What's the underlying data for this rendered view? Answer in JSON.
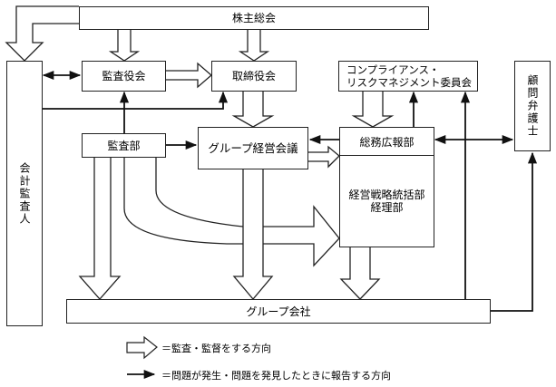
{
  "diagram": {
    "nodes": {
      "shareholders_meeting": "株主総会",
      "accounting_auditor": "会計監査人",
      "audit_board": "監査役会",
      "board_of_directors": "取締役会",
      "compliance_committee_line1": "コンプライアンス・",
      "compliance_committee_line2": "リスクマネジメント委員会",
      "legal_advisor": "顧問弁護士",
      "internal_audit_dept": "監査部",
      "group_management_meeting": "グループ経営会議",
      "general_affairs_pr_dept": "総務広報部",
      "strategy_dept_line1": "経営戦略統括部",
      "strategy_dept_line2": "経理部",
      "group_companies": "グループ会社"
    },
    "edges": {
      "audit_supervision": [
        [
          "株主総会",
          "会計監査人"
        ],
        [
          "株主総会",
          "監査役会"
        ],
        [
          "株主総会",
          "取締役会"
        ],
        [
          "監査役会",
          "取締役会"
        ],
        [
          "取締役会",
          "グループ経営会議"
        ],
        [
          "コンプライアンス・リスクマネジメント委員会",
          "総務広報部"
        ],
        [
          "グループ経営会議",
          "経営戦略統括部"
        ],
        [
          "監査部",
          "経営戦略統括部"
        ],
        [
          "監査部",
          "グループ会社"
        ],
        [
          "グループ経営会議",
          "グループ会社"
        ],
        [
          "経営戦略統括部",
          "グループ会社"
        ]
      ],
      "reporting": [
        [
          "会計監査人",
          "監査役会",
          "bidirectional"
        ],
        [
          "会計監査人",
          "取締役会"
        ],
        [
          "監査部",
          "監査役会"
        ],
        [
          "監査部",
          "グループ経営会議"
        ],
        [
          "総務広報部",
          "グループ経営会議"
        ],
        [
          "総務広報部",
          "コンプライアンス・リスクマネジメント委員会"
        ],
        [
          "総務広報部",
          "顧問弁護士",
          "bidirectional"
        ],
        [
          "グループ会社",
          "コンプライアンス・リスクマネジメント委員会"
        ],
        [
          "グループ会社",
          "顧問弁護士"
        ]
      ]
    }
  },
  "legend": {
    "hollow_arrow": "＝監査・監督をする方向",
    "solid_arrow": "＝問題が発生・問題を発見したときに報告する方向"
  }
}
